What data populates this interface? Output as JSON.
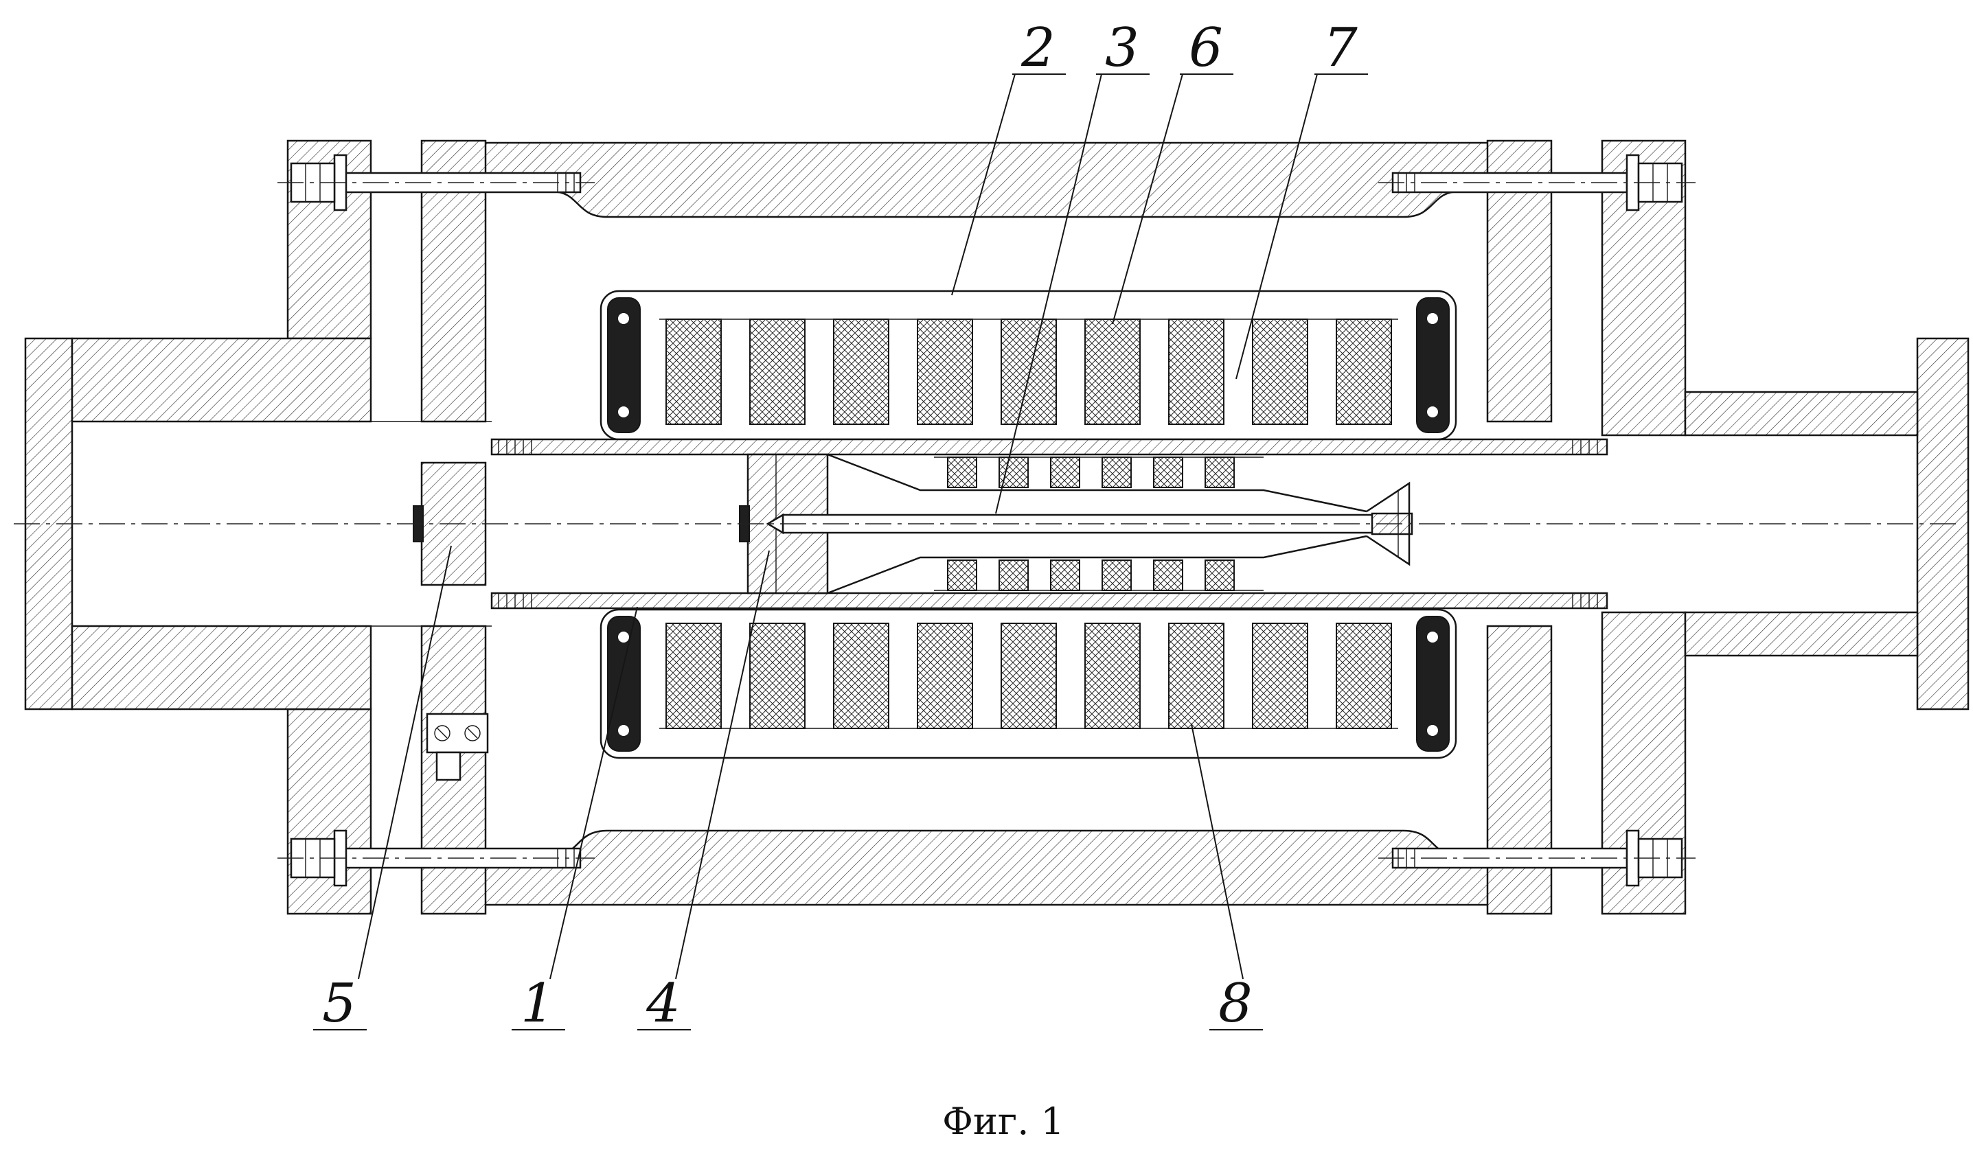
{
  "figure": {
    "caption": "Фиг. 1",
    "callouts": [
      {
        "id": "2",
        "label": "2"
      },
      {
        "id": "3",
        "label": "3"
      },
      {
        "id": "6",
        "label": "6"
      },
      {
        "id": "7",
        "label": "7"
      },
      {
        "id": "5",
        "label": "5"
      },
      {
        "id": "1",
        "label": "1"
      },
      {
        "id": "4",
        "label": "4"
      },
      {
        "id": "8",
        "label": "8"
      }
    ]
  }
}
